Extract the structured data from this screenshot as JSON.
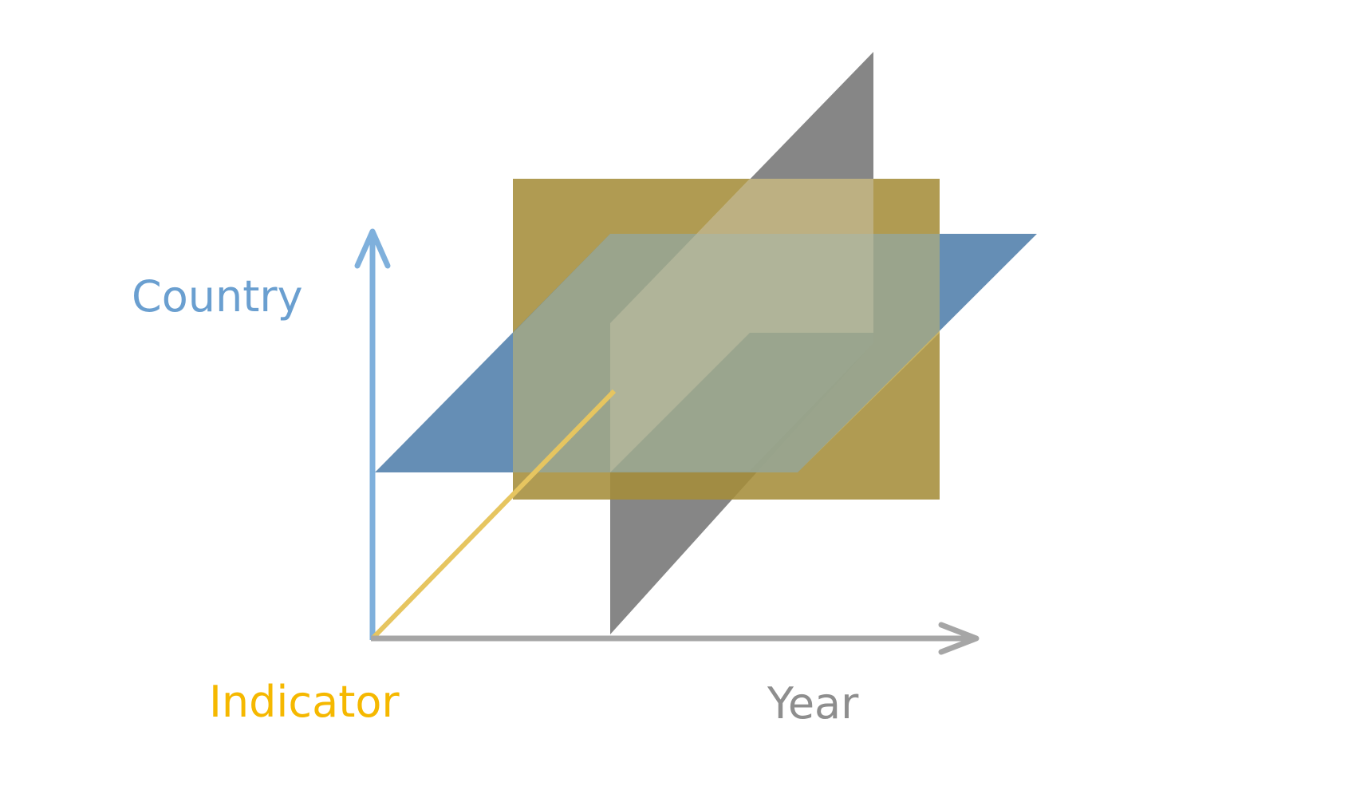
{
  "labels": {
    "country": "Country",
    "indicator": "Indicator",
    "year": "Year"
  },
  "colors": {
    "country_axis": "#7fb0dc",
    "country_text": "#6a9fd0",
    "indicator_axis": "#e6c560",
    "indicator_text": "#f5b800",
    "year_axis": "#a6a6a6",
    "year_text": "#8e8e8e",
    "gold_plane": "#a58d3a",
    "blue_plane": "#4a7aa8",
    "gray_plane": "#808080"
  }
}
